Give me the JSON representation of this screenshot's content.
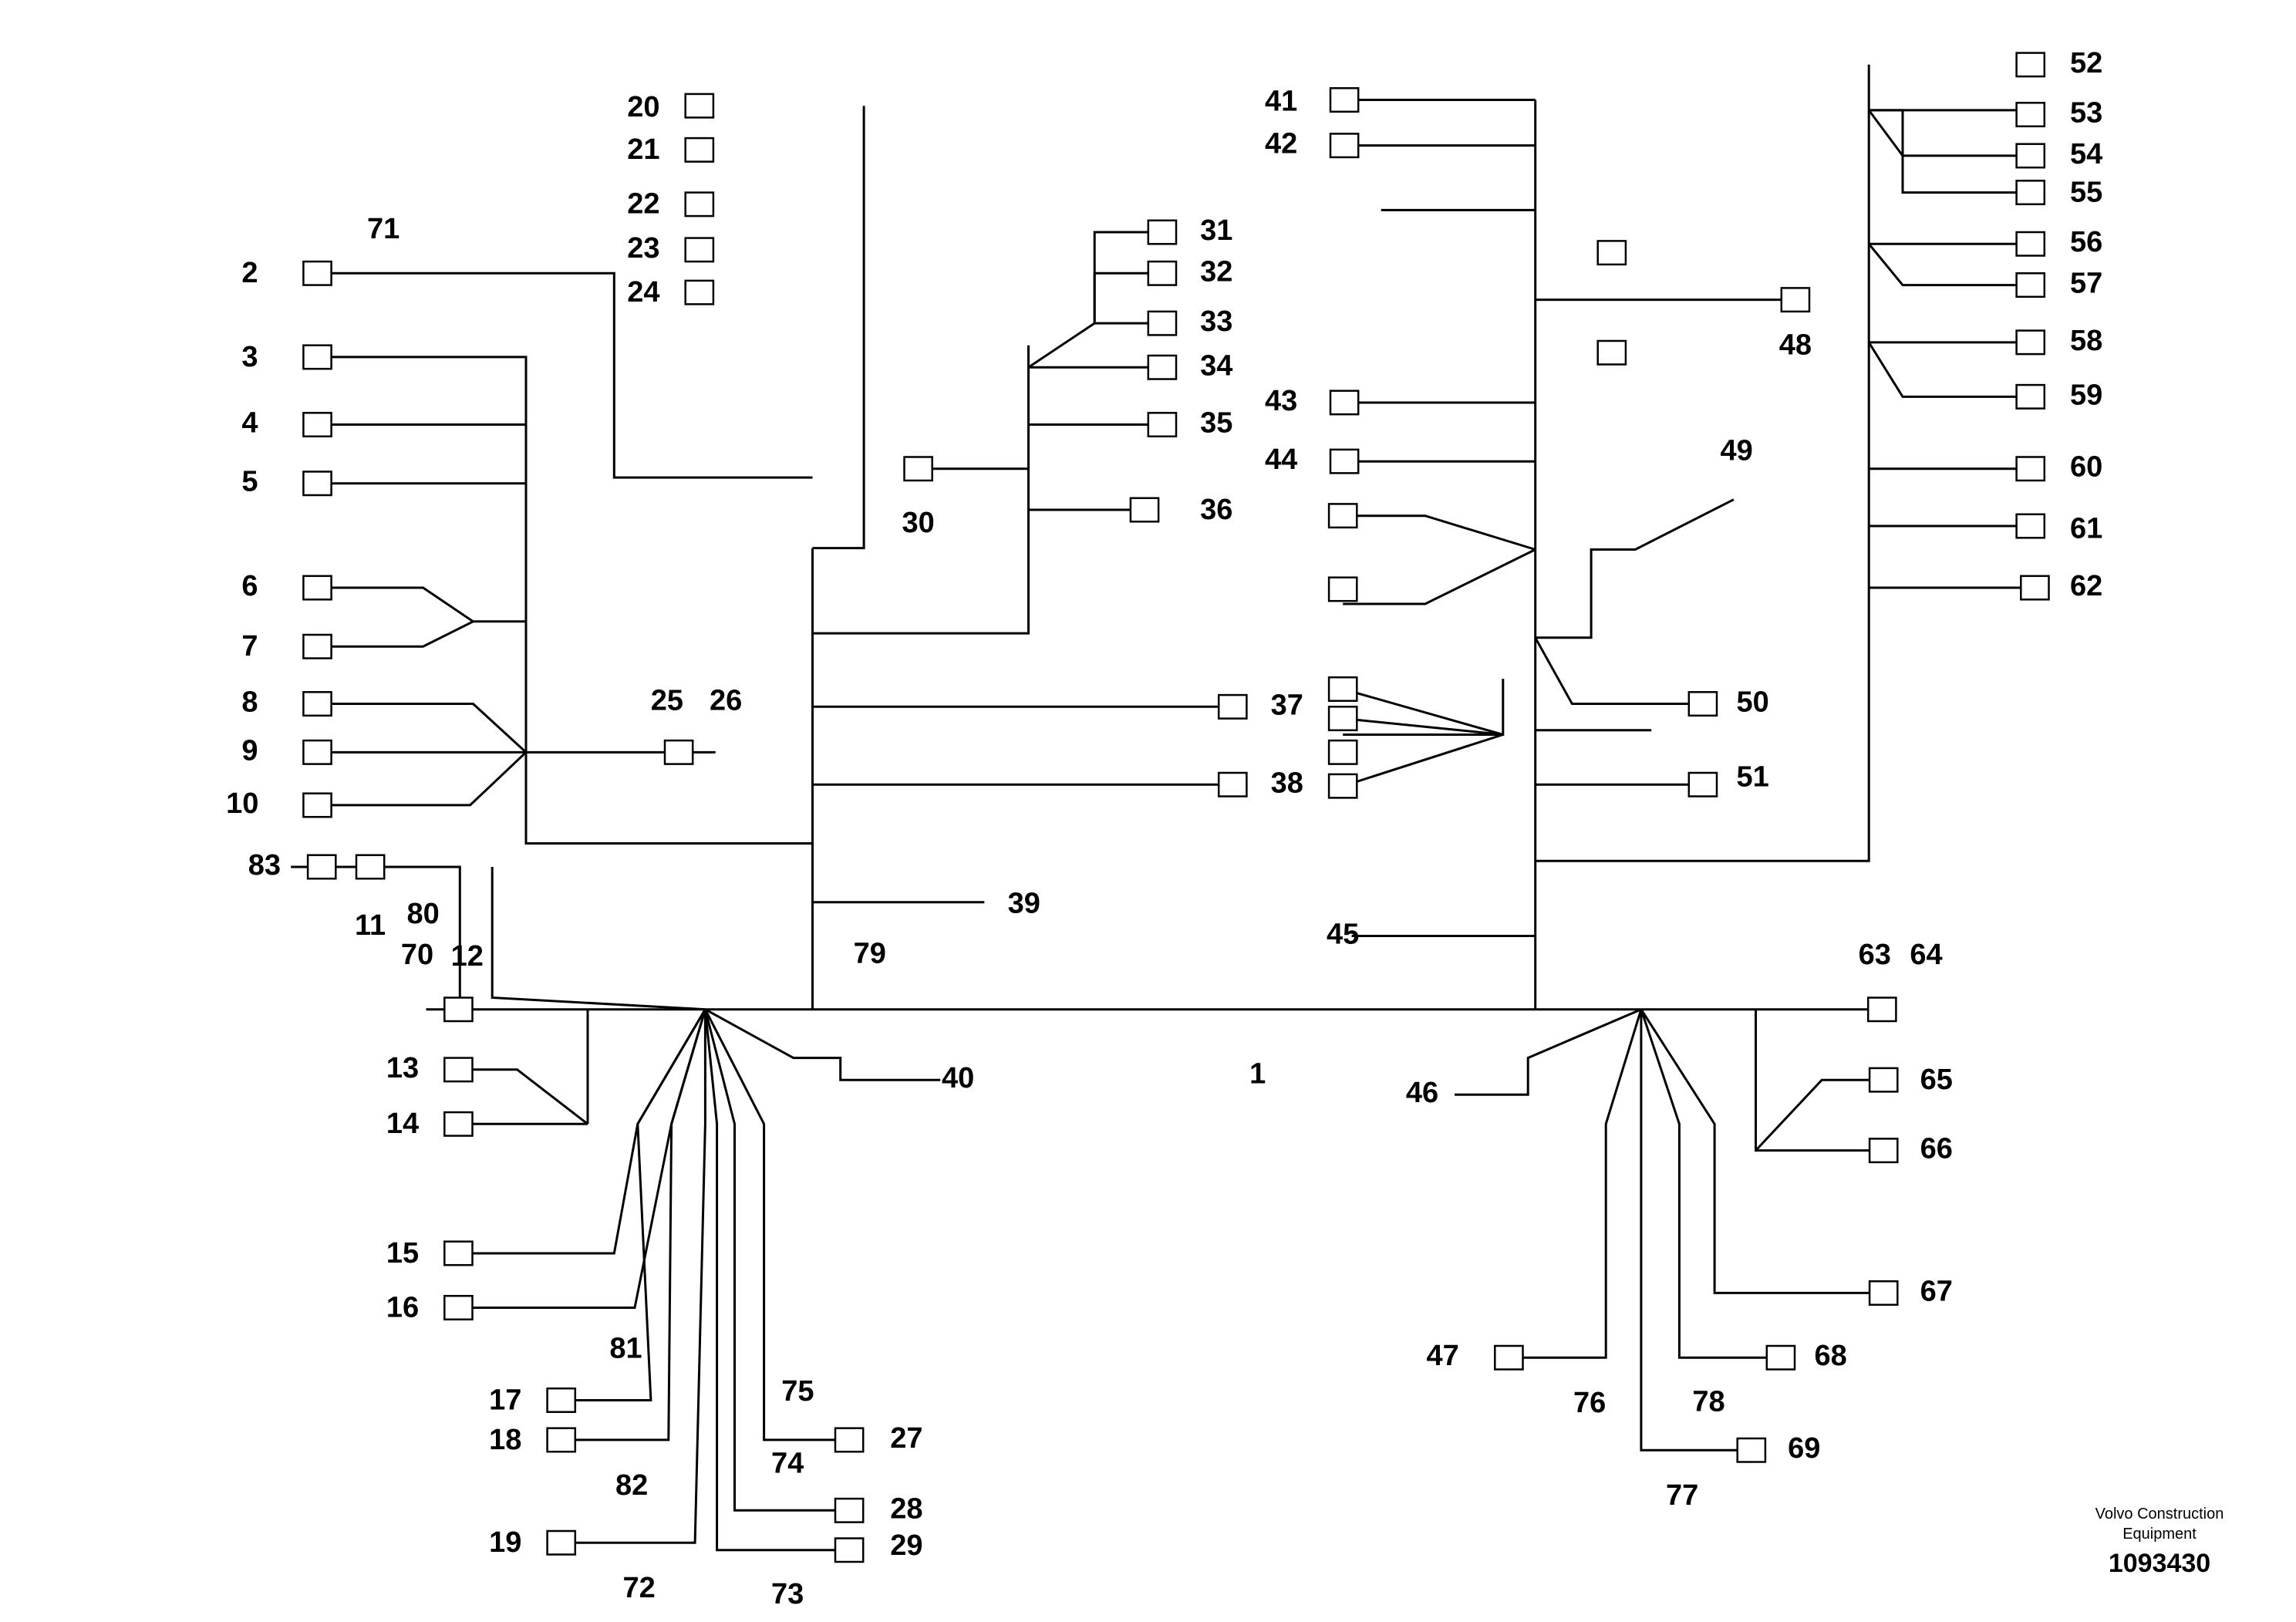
{
  "diagram": {
    "callouts": [
      "1",
      "2",
      "3",
      "4",
      "5",
      "6",
      "7",
      "8",
      "9",
      "10",
      "11",
      "12",
      "13",
      "14",
      "15",
      "16",
      "17",
      "18",
      "19",
      "20",
      "21",
      "22",
      "23",
      "24",
      "25",
      "26",
      "27",
      "28",
      "29",
      "30",
      "31",
      "32",
      "33",
      "34",
      "35",
      "36",
      "37",
      "38",
      "39",
      "40",
      "41",
      "42",
      "43",
      "44",
      "45",
      "46",
      "47",
      "48",
      "49",
      "50",
      "51",
      "52",
      "53",
      "54",
      "55",
      "56",
      "57",
      "58",
      "59",
      "60",
      "61",
      "62",
      "63",
      "64",
      "65",
      "66",
      "67",
      "68",
      "69",
      "70",
      "71",
      "72",
      "73",
      "74",
      "75",
      "76",
      "77",
      "78",
      "79",
      "80",
      "81",
      "82",
      "83"
    ]
  },
  "footer": {
    "company_line1": "Volvo Construction",
    "company_line2": "Equipment",
    "doc_number": "1093430"
  }
}
